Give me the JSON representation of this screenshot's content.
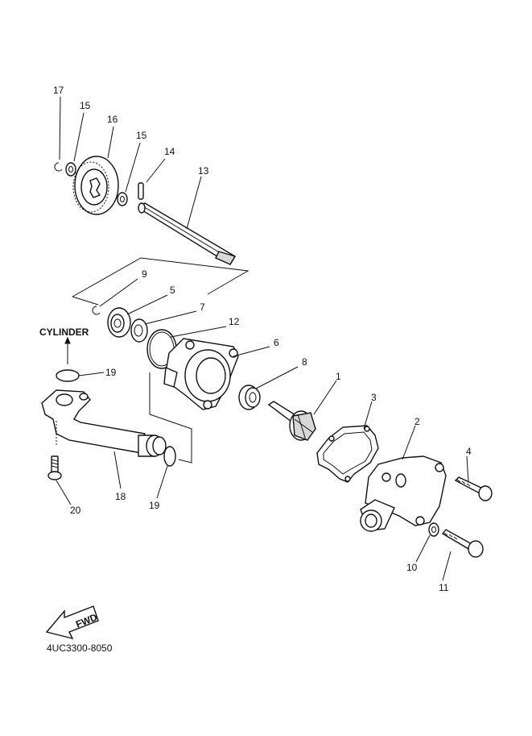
{
  "diagram": {
    "callouts": [
      {
        "id": "17",
        "text": "17"
      },
      {
        "id": "15a",
        "text": "15"
      },
      {
        "id": "16",
        "text": "16"
      },
      {
        "id": "15b",
        "text": "15"
      },
      {
        "id": "14",
        "text": "14"
      },
      {
        "id": "13",
        "text": "13"
      },
      {
        "id": "9",
        "text": "9"
      },
      {
        "id": "5",
        "text": "5"
      },
      {
        "id": "7",
        "text": "7"
      },
      {
        "id": "12",
        "text": "12"
      },
      {
        "id": "6",
        "text": "6"
      },
      {
        "id": "8",
        "text": "8"
      },
      {
        "id": "1",
        "text": "1"
      },
      {
        "id": "3",
        "text": "3"
      },
      {
        "id": "2",
        "text": "2"
      },
      {
        "id": "4",
        "text": "4"
      },
      {
        "id": "19a",
        "text": "19"
      },
      {
        "id": "18",
        "text": "18"
      },
      {
        "id": "19b",
        "text": "19"
      },
      {
        "id": "20",
        "text": "20"
      },
      {
        "id": "10",
        "text": "10"
      },
      {
        "id": "11",
        "text": "11"
      }
    ],
    "cylinder_label": "CYLINDER",
    "fwd_label": "FWD",
    "code": "4UC3300-8050"
  }
}
